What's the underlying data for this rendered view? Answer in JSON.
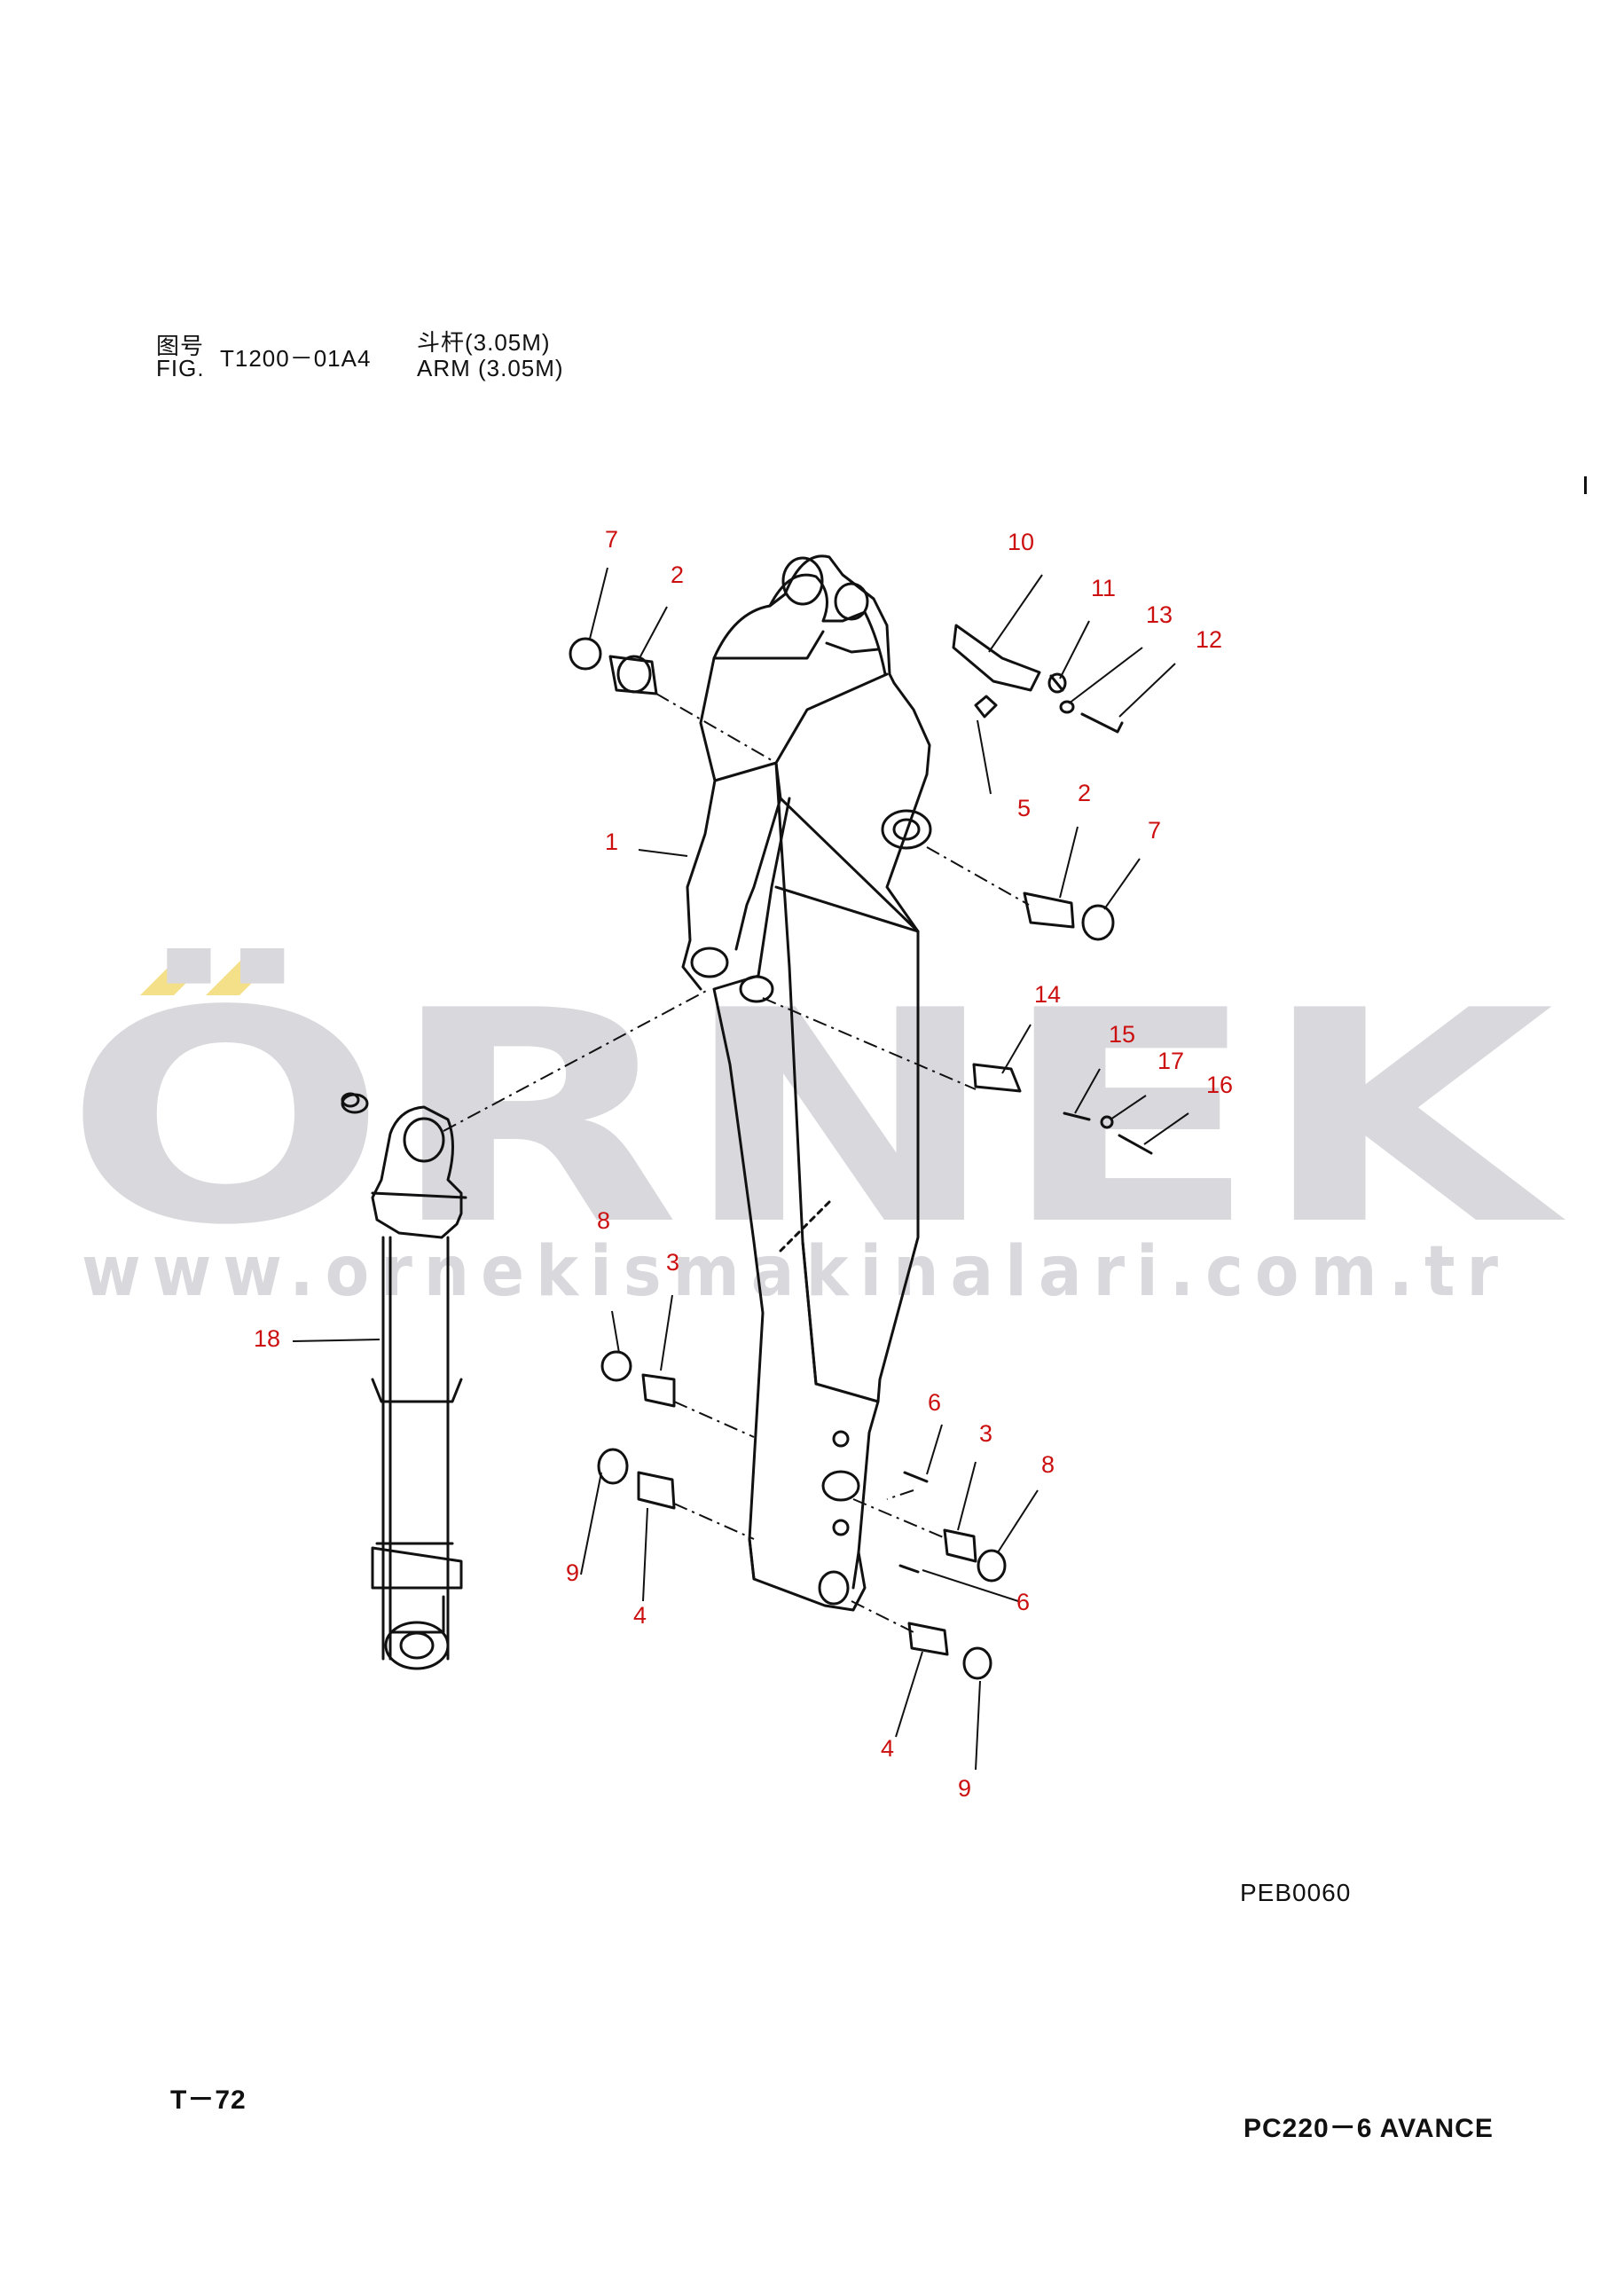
{
  "header": {
    "fig_cn": "图号",
    "fig_en": "FIG.",
    "fig_number": "T1200－01A4",
    "title_cn": "斗杆(3.05M)",
    "title_en": "ARM (3.05M)"
  },
  "watermark": {
    "brand": "ÖRNEK",
    "url": "www.ornekismakinalari.com.tr",
    "colors": {
      "text": "#d9d8dd",
      "accent": "#f5e08a"
    }
  },
  "callout_color": "#cc1010",
  "callouts": [
    "7",
    "2",
    "10",
    "11",
    "13",
    "12",
    "5",
    "2",
    "7",
    "1",
    "14",
    "15",
    "17",
    "16",
    "18",
    "8",
    "3",
    "6",
    "3",
    "8",
    "9",
    "4",
    "6",
    "4",
    "9"
  ],
  "drawing_code": "PEB0060",
  "footer": {
    "page": "T－72",
    "model": "PC220－6 AVANCE"
  }
}
